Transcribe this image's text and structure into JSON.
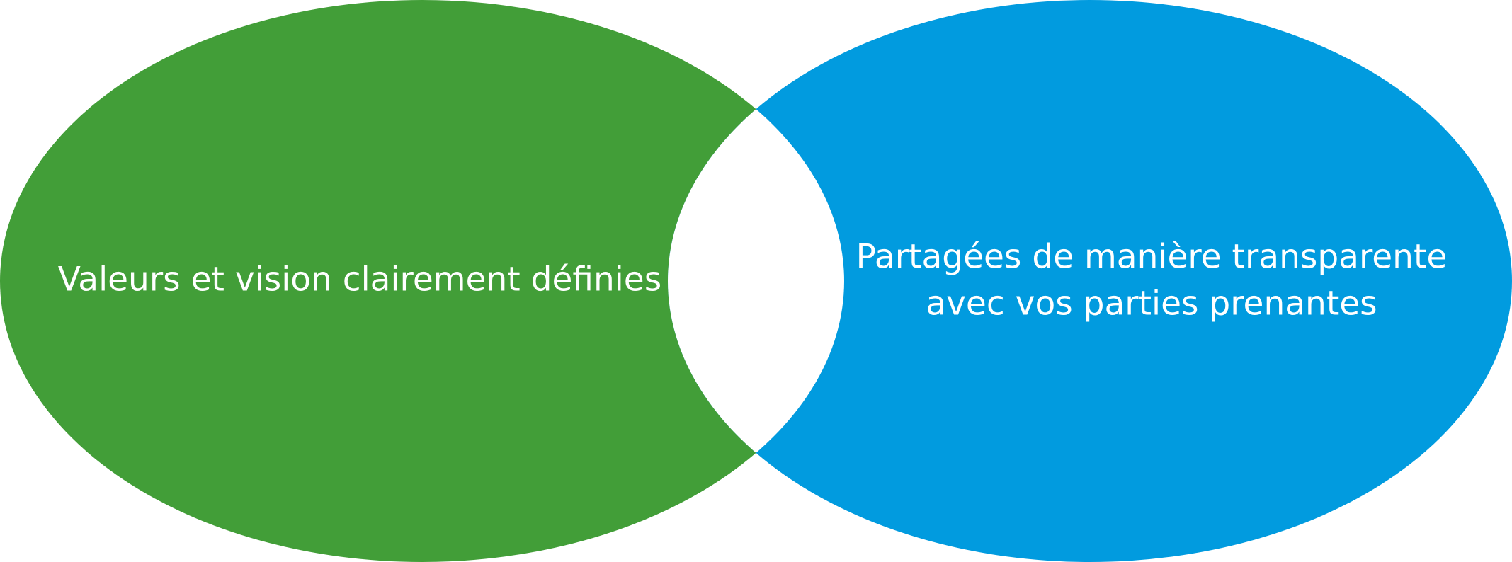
{
  "diagram": {
    "left_ellipse": {
      "label": "Valeurs et vision clairement définies",
      "color": "#429E38"
    },
    "right_ellipse": {
      "label_line_1": "Partagées de manière transparente",
      "label_line_2": "avec vos parties prenantes",
      "color": "#019BDF"
    },
    "overlap_color": "#FFFFFF"
  }
}
